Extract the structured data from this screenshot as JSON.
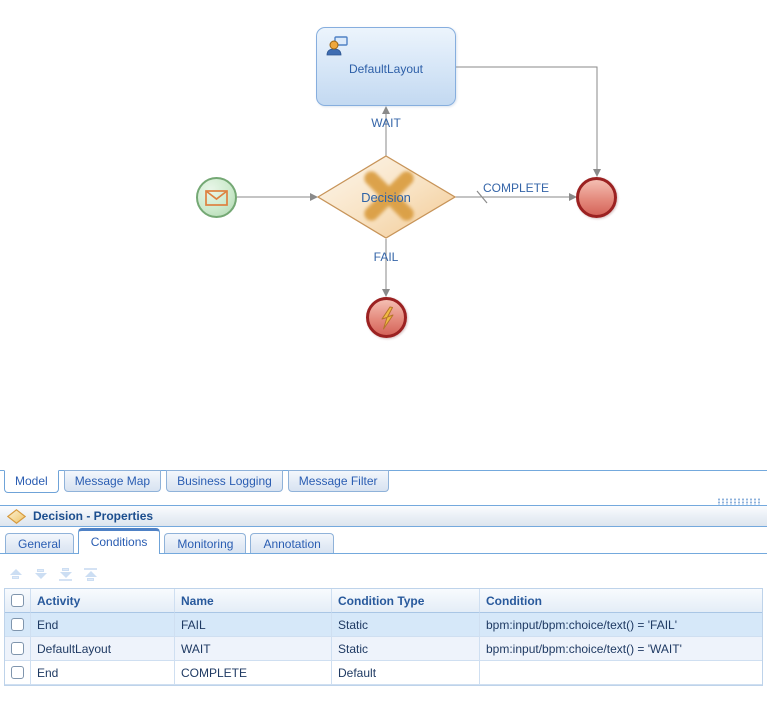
{
  "diagram": {
    "task_node": {
      "label": "DefaultLayout"
    },
    "gateway": {
      "label": "Decision"
    },
    "edge_labels": {
      "wait": "WAIT",
      "complete": "COMPLETE",
      "fail": "FAIL"
    }
  },
  "editor_tabs": {
    "model": "Model",
    "message_map": "Message Map",
    "business_logging": "Business Logging",
    "message_filter": "Message Filter"
  },
  "properties_panel": {
    "title": "Decision - Properties",
    "tabs": {
      "general": "General",
      "conditions": "Conditions",
      "monitoring": "Monitoring",
      "annotation": "Annotation"
    },
    "table": {
      "columns": {
        "activity": "Activity",
        "name": "Name",
        "condition_type": "Condition Type",
        "condition": "Condition"
      },
      "rows": [
        {
          "activity": "End",
          "name": "FAIL",
          "condition_type": "Static",
          "condition": "bpm:input/bpm:choice/text() = 'FAIL'"
        },
        {
          "activity": "DefaultLayout",
          "name": "WAIT",
          "condition_type": "Static",
          "condition": "bpm:input/bpm:choice/text() = 'WAIT'"
        },
        {
          "activity": "End",
          "name": "COMPLETE",
          "condition_type": "Default",
          "condition": ""
        }
      ]
    }
  },
  "colors": {
    "accent_blue_line": "#74a9dd",
    "text_blue": "#2a5db2",
    "selected_row": "#d6e8f9",
    "gateway_fill": "#f3cb96",
    "gateway_border": "#c79459",
    "start_event_fill": "#cdeacd",
    "end_event_border": "#9b2121",
    "connector_gray": "#8a8a8a"
  }
}
